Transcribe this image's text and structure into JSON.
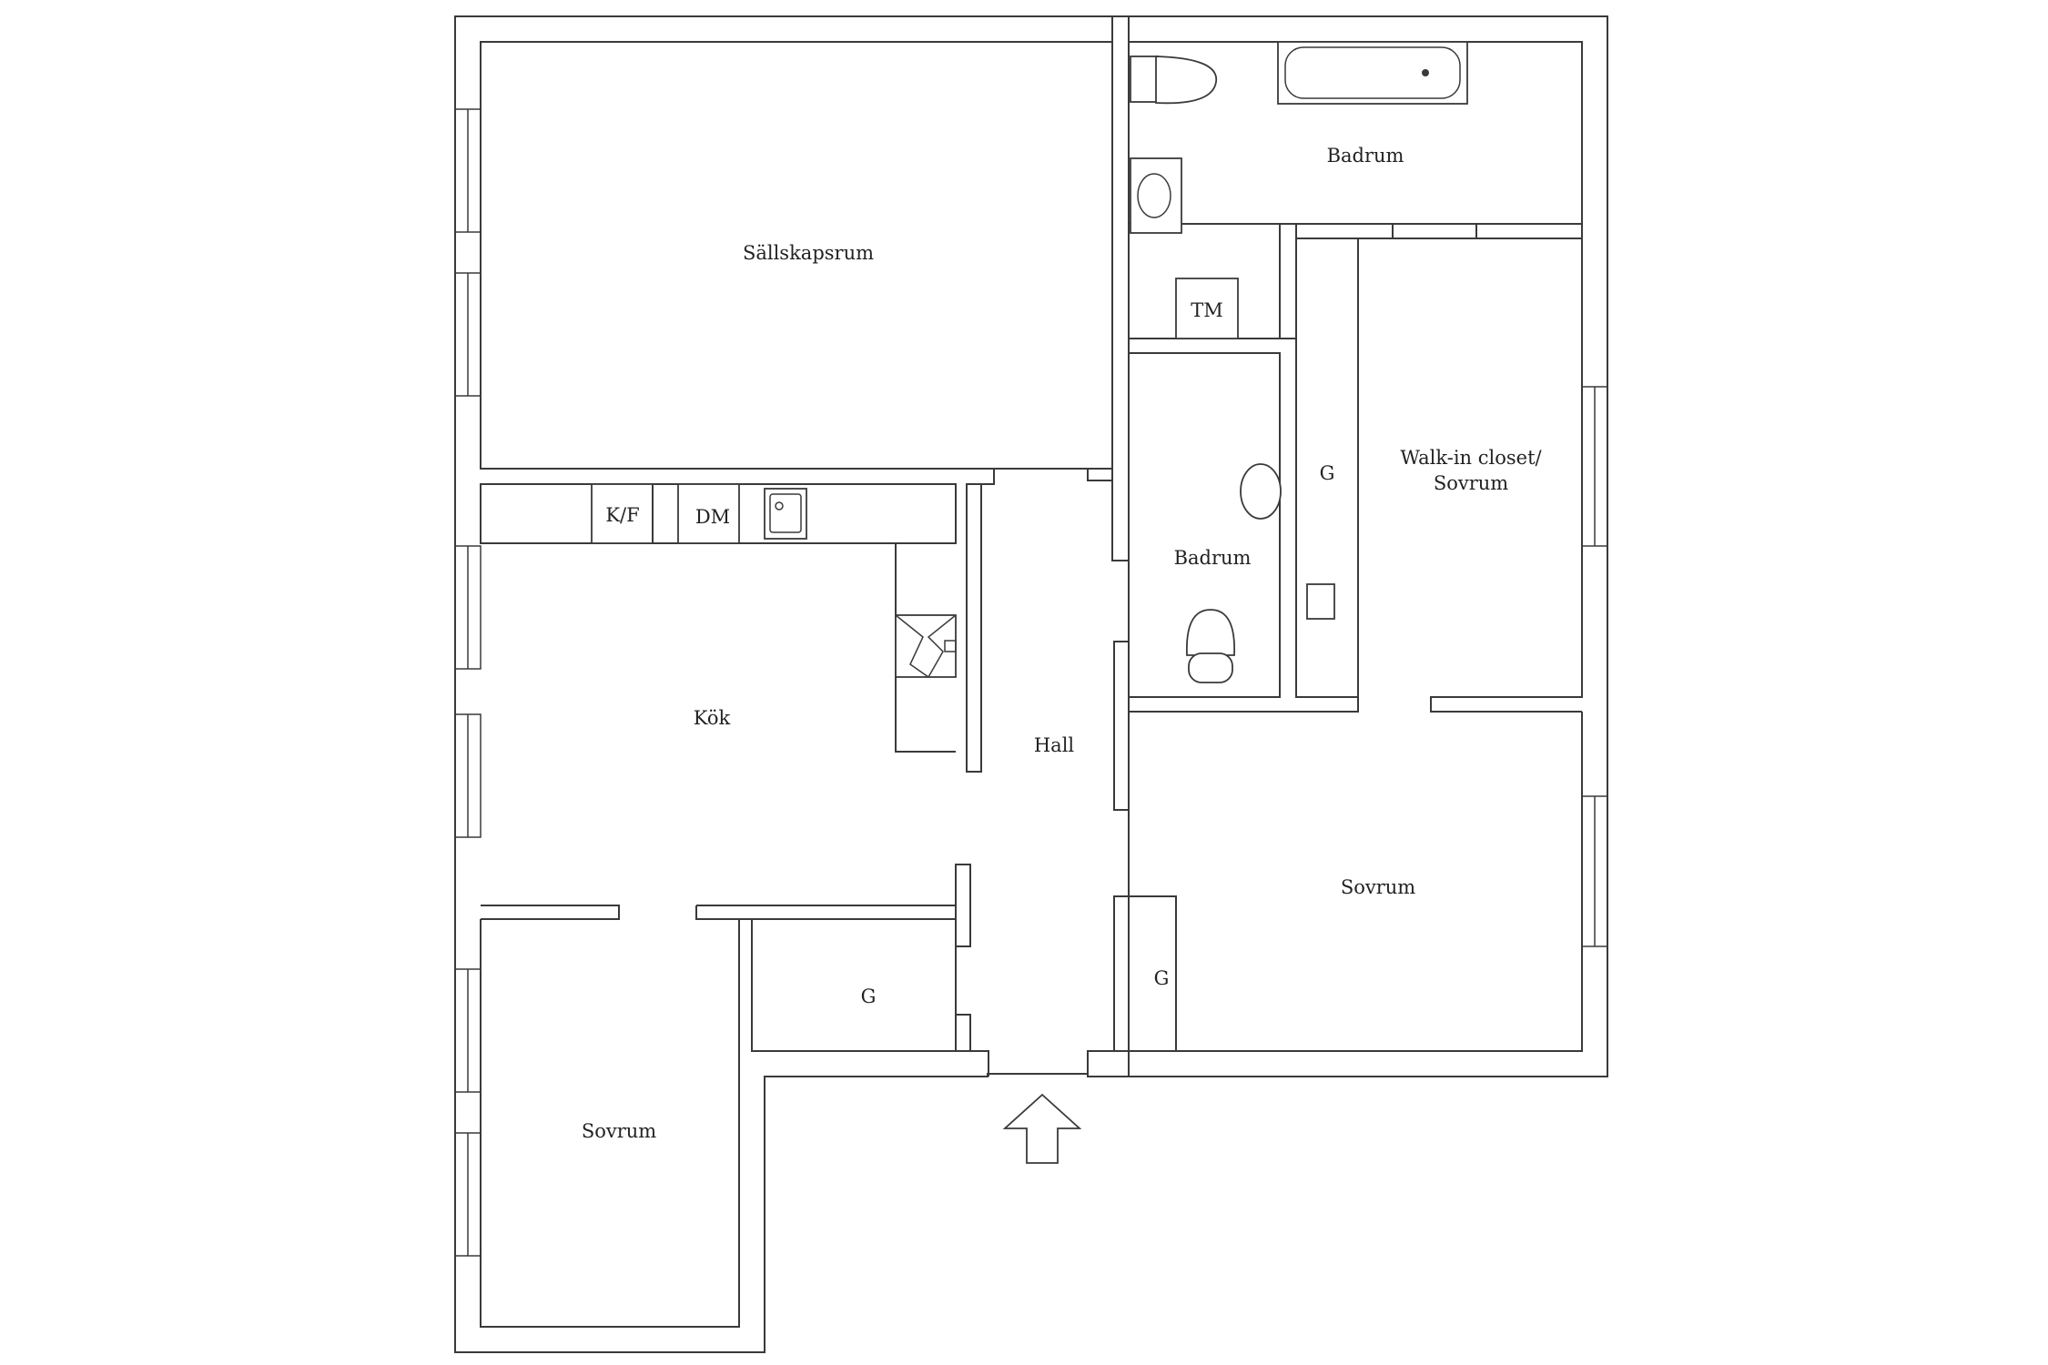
{
  "plan": {
    "rooms": {
      "sallskapsrum": "Sällskapsrum",
      "badrum_top": "Badrum",
      "badrum_mid": "Badrum",
      "walkin_line1": "Walk-in closet/",
      "walkin_line2": "Sovrum",
      "kok": "Kök",
      "hall": "Hall",
      "sovrum_right": "Sovrum",
      "sovrum_left": "Sovrum"
    },
    "fixtures": {
      "kf": "K/F",
      "dm": "DM",
      "tm": "TM",
      "g_closet_walkin": "G",
      "g_closet_hall": "G",
      "g_closet_sovrum": "G"
    },
    "colors": {
      "walls": "#3a3a3a",
      "background": "#ffffff"
    }
  }
}
